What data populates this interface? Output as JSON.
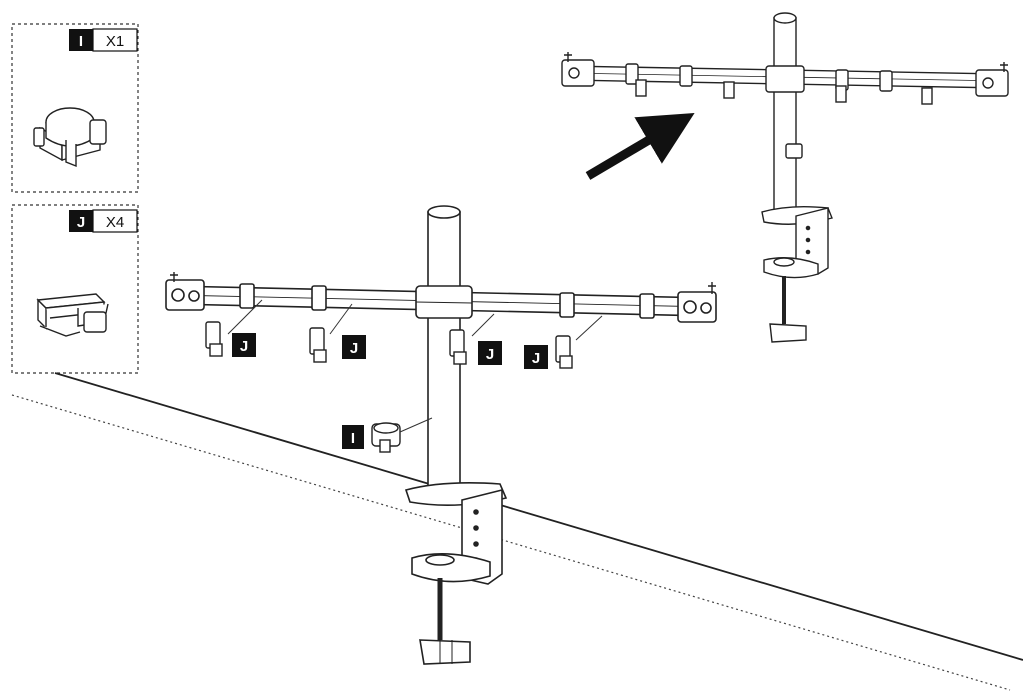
{
  "parts": [
    {
      "letter": "I",
      "quantity": "X1"
    },
    {
      "letter": "J",
      "quantity": "X4"
    }
  ],
  "callouts": {
    "j1": "J",
    "j2": "J",
    "j3": "J",
    "j4": "J",
    "i1": "I"
  },
  "colors": {
    "line": "#222222",
    "label_bg": "#111111",
    "label_text": "#ffffff"
  }
}
